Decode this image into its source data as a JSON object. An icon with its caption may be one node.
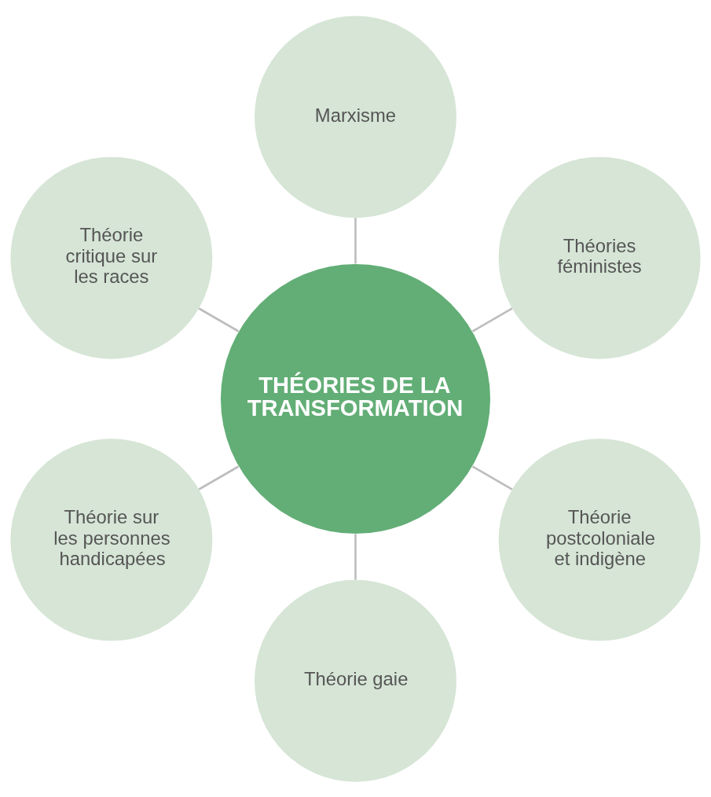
{
  "diagram": {
    "nodes": [
      {
        "text": [
          "Théories féministes"
        ]
      },
      {
        "text": [
          "Marxisme"
        ]
      },
      {
        "text": [
          "Théorie critique sur les races"
        ]
      },
      {
        "text": [
          "THÉORIES DE LA TRANSFORMATION"
        ]
      },
      {
        "text": [
          "Théorie sur les personnes handicapées"
        ]
      },
      {
        "text": [
          "Théorie gaie"
        ]
      },
      {
        "text": [
          "Théorie postcoloniale et indigène"
        ]
      }
    ],
    "edges": [
      {
        "from": 3,
        "to": 0,
        "arrow": "none"
      },
      {
        "from": 3,
        "to": 2,
        "arrow": "none"
      },
      {
        "from": 3,
        "to": 5,
        "arrow": "none"
      },
      {
        "from": 3,
        "to": 6,
        "arrow": "none"
      },
      {
        "from": 3,
        "to": 4,
        "arrow": "none"
      },
      {
        "from": 3,
        "to": 1,
        "arrow": "none"
      }
    ]
  }
}
